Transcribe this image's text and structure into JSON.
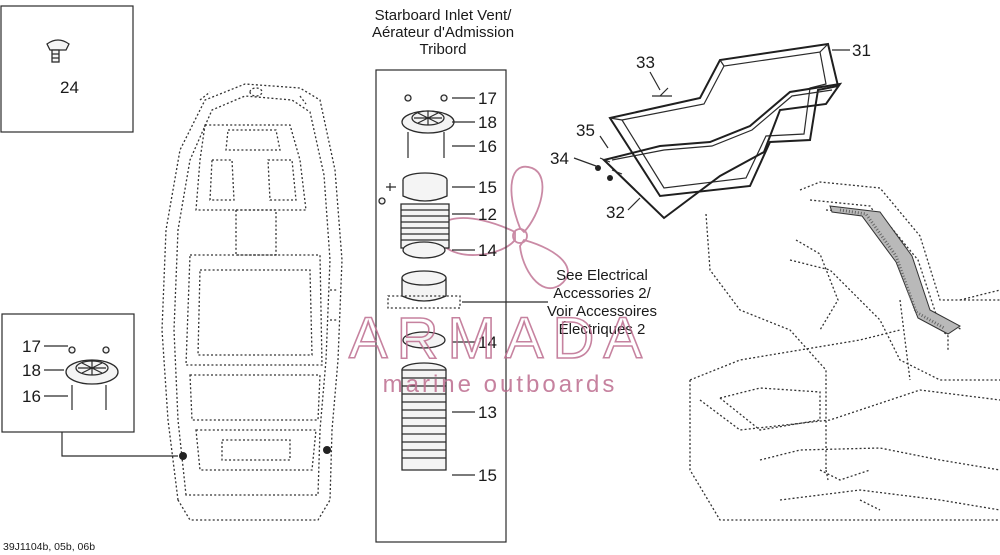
{
  "callouts": {
    "c31": "31",
    "c33": "33",
    "c35": "35",
    "c34": "34",
    "c32": "32",
    "c24": "24",
    "v17": "17",
    "v18": "18",
    "v16": "16",
    "v15a": "15",
    "v12": "12",
    "v14a": "14",
    "v14b": "14",
    "v13": "13",
    "v15b": "15",
    "l17": "17",
    "l18": "18",
    "l16": "16"
  },
  "vent_caption": {
    "line1": "Starboard Inlet Vent/",
    "line2": "Aérateur d'Admission",
    "line3": "Tribord"
  },
  "electrical_note": {
    "line1": "See Electrical",
    "line2": "Accessories 2/",
    "line3": "Voir Accessoires",
    "line4": "Électriques 2"
  },
  "watermark": {
    "brand": "ARMADA",
    "tagline": "marine outboards",
    "color": "#bd6d8f"
  },
  "footer_code": "39J1104b, 05b, 06b"
}
